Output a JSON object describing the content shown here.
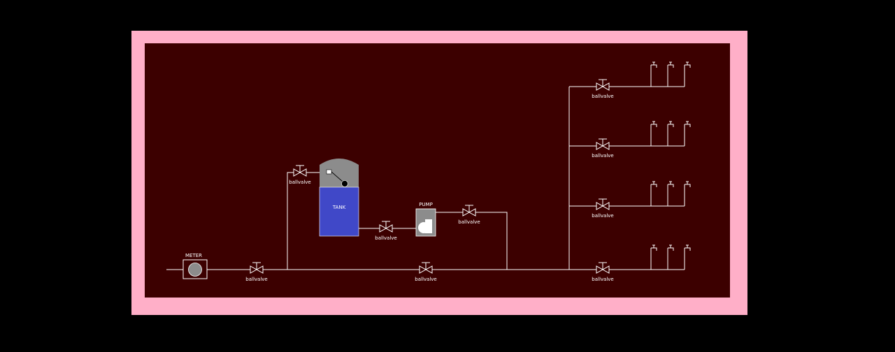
{
  "colors": {
    "background": "#000000",
    "frame": "#ffafc8",
    "canvas": "#3c0000",
    "pipe": "#ffffff",
    "tank_fill": "#4048c8",
    "tank_top": "#8c8c8c",
    "equipment_gray": "#8c8c8c"
  },
  "labels": {
    "meter": "METER",
    "tank": "TANK",
    "pump": "PUMP",
    "valve": "ballvalve"
  },
  "icons": {
    "meter": "flow-meter-icon",
    "tank": "storage-tank-icon",
    "pump": "pump-icon",
    "valve": "ball-valve-icon",
    "faucet": "faucet-icon"
  }
}
